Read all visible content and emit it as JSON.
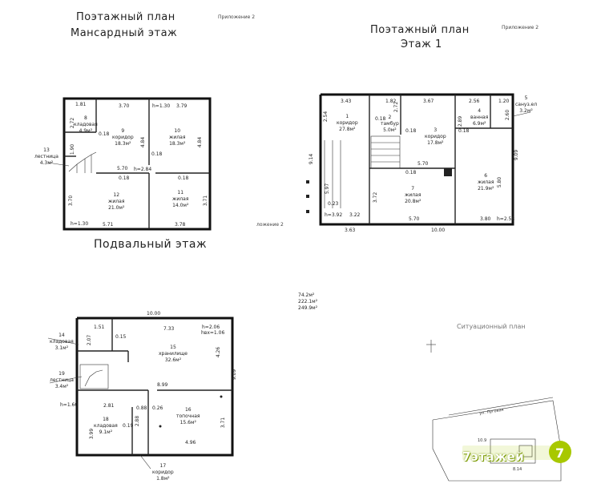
{
  "titles": {
    "attic_line1": "Поэтажный план",
    "attic_line2": "Мансардный этаж",
    "floor1_line1": "Поэтажный план",
    "floor1_line2": "Этаж 1",
    "basement": "Подвальный этаж",
    "situation": "Ситуационный план"
  },
  "appendix": {
    "a1": "Приложение 2",
    "a2": "Приложение 2",
    "a3": "ложение 2"
  },
  "attic": {
    "rooms": [
      {
        "num": "8",
        "name": "кладовая",
        "area": "4.9м²"
      },
      {
        "num": "9",
        "name": "коридор",
        "area": "18.3м²"
      },
      {
        "num": "10",
        "name": "жилая",
        "area": "18.3м²"
      },
      {
        "num": "12",
        "name": "жилая",
        "area": "21.0м²"
      },
      {
        "num": "11",
        "name": "жилая",
        "area": "14.0м²"
      },
      {
        "num": "13",
        "name": "лестница",
        "area": "4.3м²"
      }
    ],
    "dims": {
      "d181": "1.81",
      "d370a": "3.70",
      "dh130a": "h=1.30",
      "d379": "3.79",
      "d272": "2.72",
      "d018a": "0.18",
      "d484a": "4.84",
      "d484b": "4.84",
      "d190": "1.90",
      "d570": "5.70",
      "dh284": "h=2.84",
      "d018b": "0.18",
      "d018c": "0.18",
      "d018d": "0.18",
      "d370b": "3.70",
      "d371": "3.71",
      "dh130b": "h=1.30",
      "d571": "5.71",
      "d378": "3.78"
    }
  },
  "floor1": {
    "rooms": [
      {
        "num": "1",
        "name": "коридор",
        "area": "27.8м²"
      },
      {
        "num": "2",
        "name": "тамбур",
        "area": "5.0м²"
      },
      {
        "num": "3",
        "name": "коридор",
        "area": "17.8м²"
      },
      {
        "num": "4",
        "name": "ванная",
        "area": "6.9м²"
      },
      {
        "num": "5",
        "name": "сануз.ел",
        "area": "3.2м²"
      },
      {
        "num": "6",
        "name": "жилая",
        "area": "21.9м²"
      },
      {
        "num": "7",
        "name": "жилая",
        "area": "20.8м²"
      }
    ],
    "dims": {
      "d343": "3.43",
      "d182": "1.82",
      "d367": "3.67",
      "d256": "2.56",
      "d120": "1.20",
      "d254": "2.54",
      "d272": "2.72",
      "d018a": "0.18",
      "d018b": "0.18",
      "d289": "2.89",
      "d018c": "0.18",
      "d260": "2.60",
      "d914": "9.14",
      "d909": "9.09",
      "d570": "5.70",
      "d018d": "0.18",
      "d597": "5.97",
      "d580": "5.80",
      "d023": "0.23",
      "d372": "3.72",
      "dh392": "h=3.92",
      "d322": "3.22",
      "d570b": "5.70",
      "d380": "3.80",
      "dh258": "h=2.58",
      "d363": "3.63",
      "d1000": "10.00"
    }
  },
  "basement": {
    "rooms": [
      {
        "num": "14",
        "name": "кладовая",
        "area": "3.1м²"
      },
      {
        "num": "15",
        "name": "хранилище",
        "area": "32.6м²"
      },
      {
        "num": "19",
        "name": "лестница",
        "area": "3.4м²"
      },
      {
        "num": "18",
        "name": "кладовая",
        "area": "9.1м²"
      },
      {
        "num": "16",
        "name": "топочная",
        "area": "15.6м²"
      },
      {
        "num": "17",
        "name": "коридор",
        "area": "1.8м²"
      }
    ],
    "dims": {
      "d1000": "10.00",
      "d151": "1.51",
      "d015": "0.15",
      "d733": "7.33",
      "dh206": "h=2.06",
      "dh106": "hвх=1.06",
      "d207": "2.07",
      "d426": "4.26",
      "d909": "9.09",
      "d899": "8.99",
      "dh160": "h=1.60",
      "d281": "2.81",
      "d088": "0.88",
      "d026": "0.26",
      "d399": "3.99",
      "d019": "0.19",
      "d288": "2.88",
      "d371": "3.71",
      "d496": "4.96"
    }
  },
  "totals": {
    "t1": "74.2м²",
    "t2": "222.1м²",
    "t3": "249.9м²"
  },
  "situation_labels": {
    "street": "ул. Луговая",
    "s1": "10.9",
    "s2": "8.14"
  },
  "logo": {
    "text": "7этажей",
    "badge": "7",
    "color": "#a8c800"
  }
}
